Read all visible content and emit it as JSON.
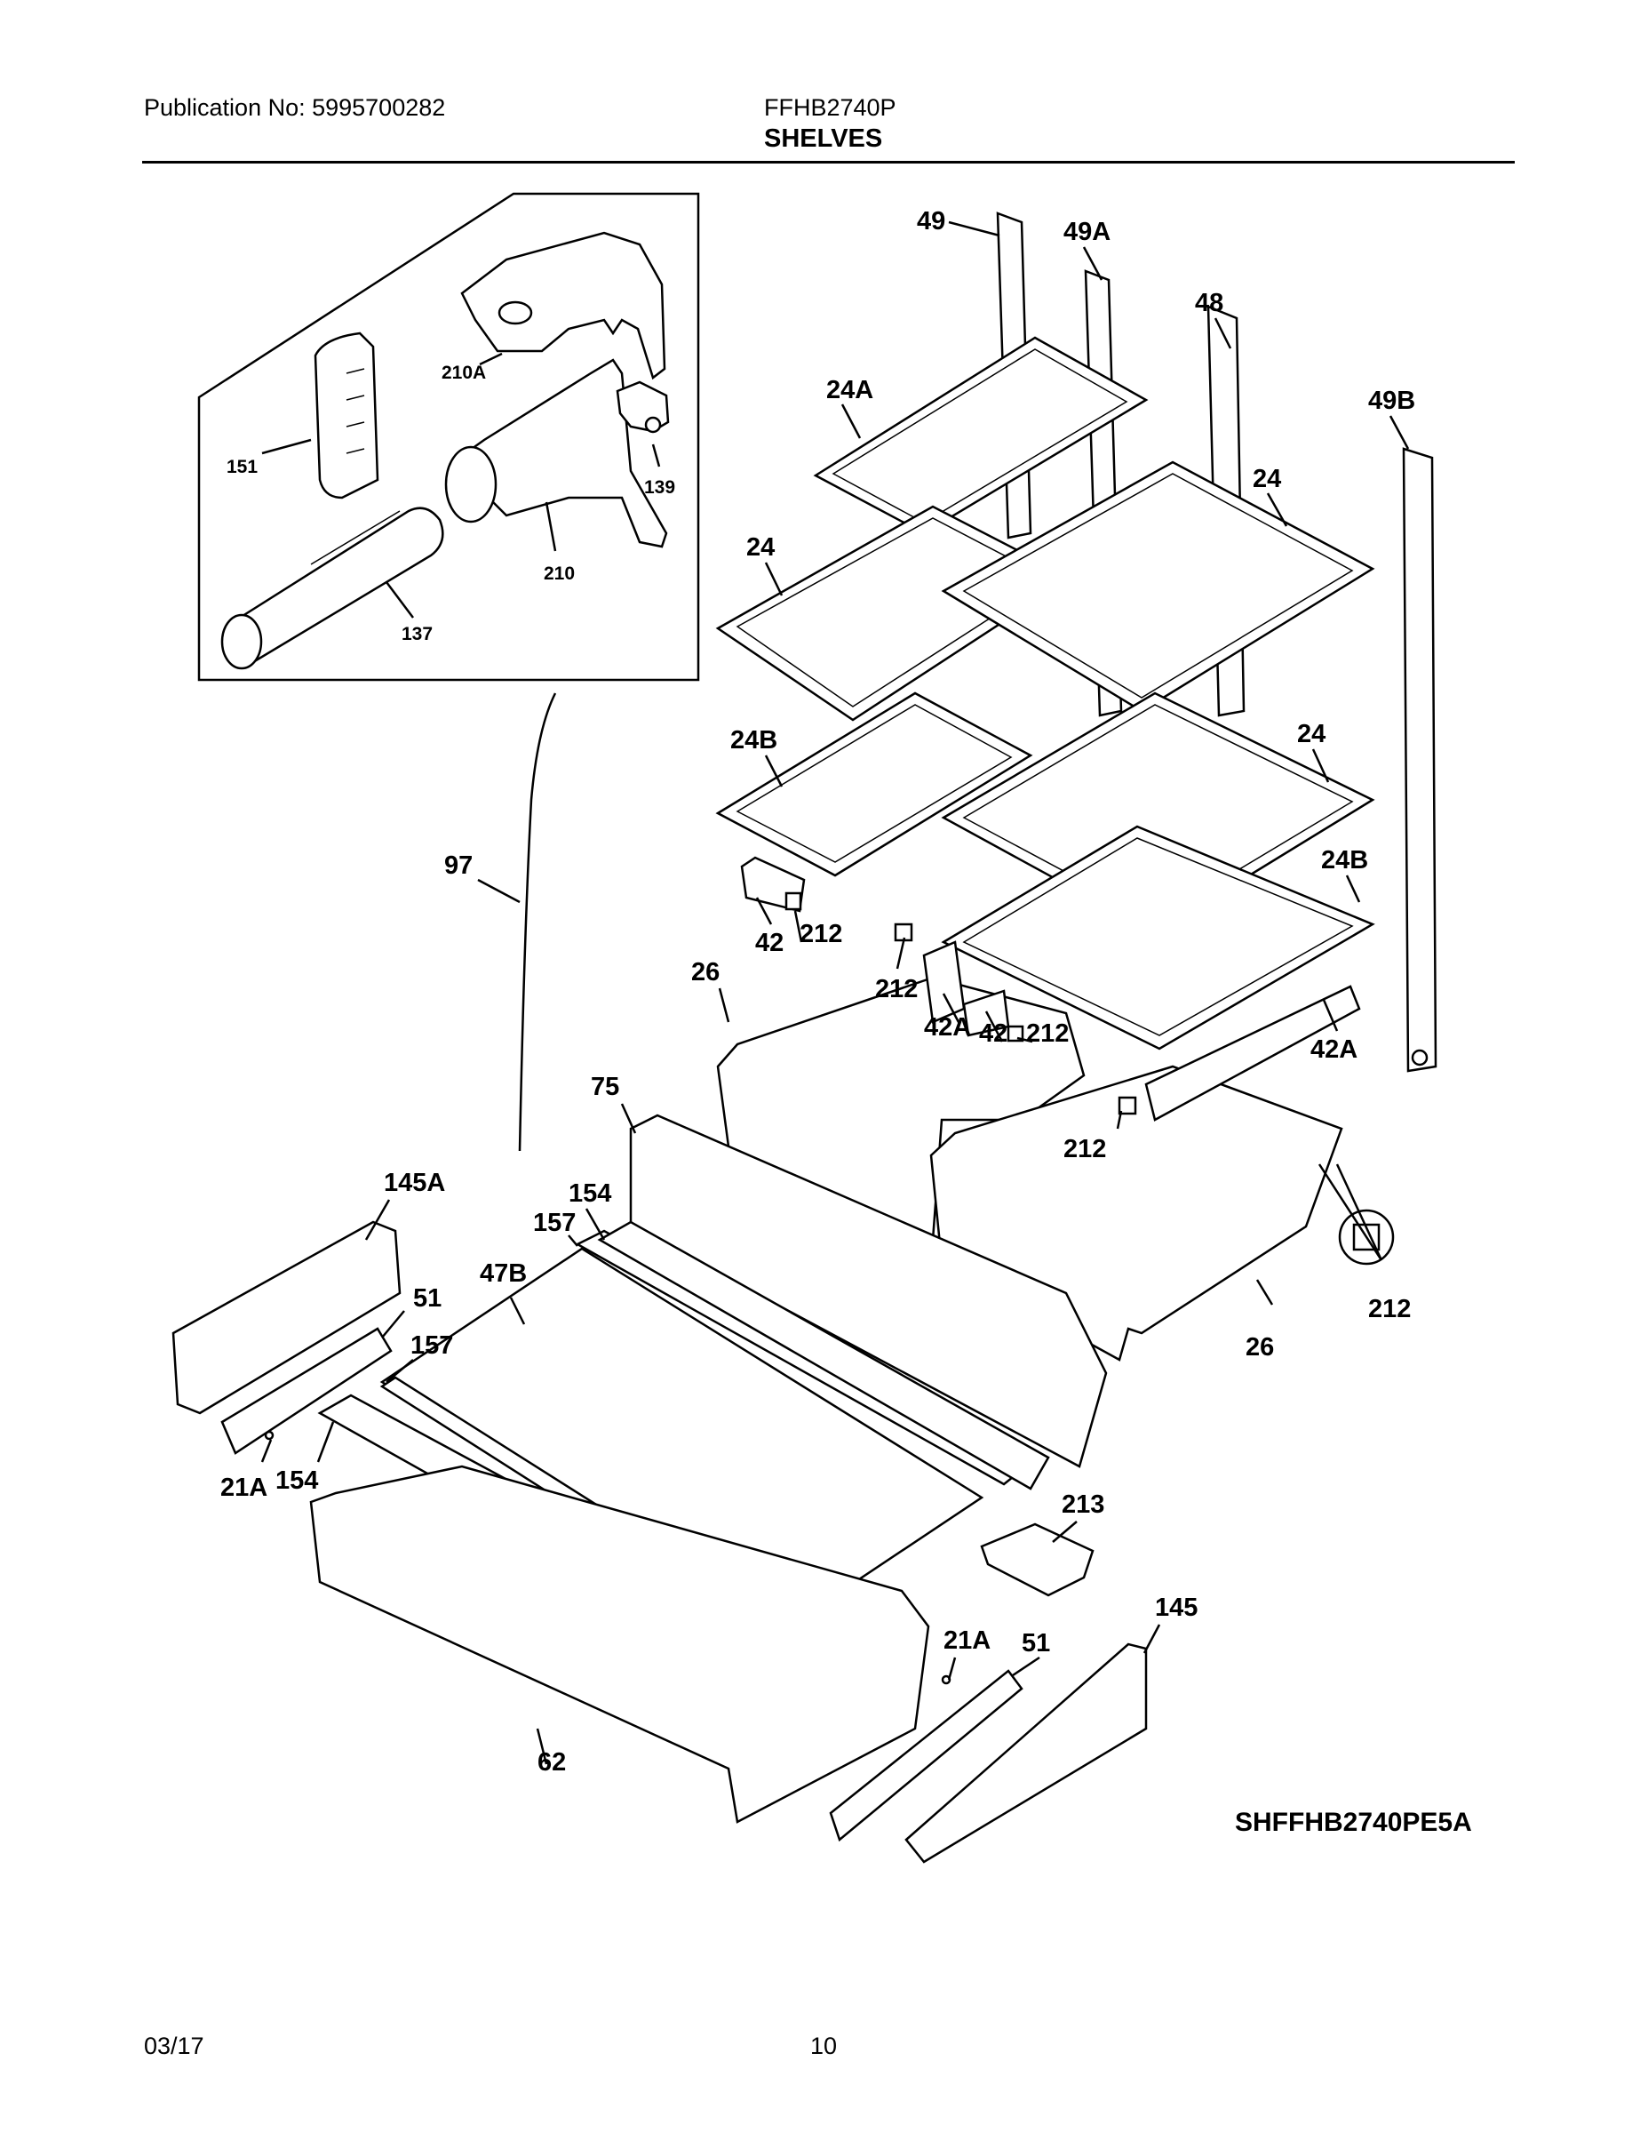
{
  "header": {
    "publication": "Publication No: 5995700282",
    "model": "FFHB2740P",
    "section": "SHELVES"
  },
  "footer": {
    "date": "03/17",
    "page": "10"
  },
  "diagram": {
    "reference_code": "SHFFHB2740PE5A",
    "inset_labels": {
      "l210A": "210A",
      "l151": "151",
      "l139": "139",
      "l210": "210",
      "l137": "137"
    },
    "labels": {
      "l49": "49",
      "l49A": "49A",
      "l48": "48",
      "l49B": "49B",
      "l24A": "24A",
      "l24_a": "24",
      "l24_b": "24",
      "l24_c": "24",
      "l24B_a": "24B",
      "l24B_b": "24B",
      "l97": "97",
      "l42_a": "42",
      "l212_a": "212",
      "l26_a": "26",
      "l212_b": "212",
      "l42A_a": "42A",
      "l42_b": "42",
      "l212_c": "212",
      "l42A_b": "42A",
      "l212_d": "212",
      "l75": "75",
      "l212_e": "212",
      "l26_b": "26",
      "l145A": "145A",
      "l154_a": "154",
      "l157_a": "157",
      "l47B": "47B",
      "l51_a": "51",
      "l157_b": "157",
      "l21A_a": "21A",
      "l154_b": "154",
      "l213": "213",
      "l145": "145",
      "l21A_b": "21A",
      "l51_b": "51",
      "l62": "62"
    }
  }
}
